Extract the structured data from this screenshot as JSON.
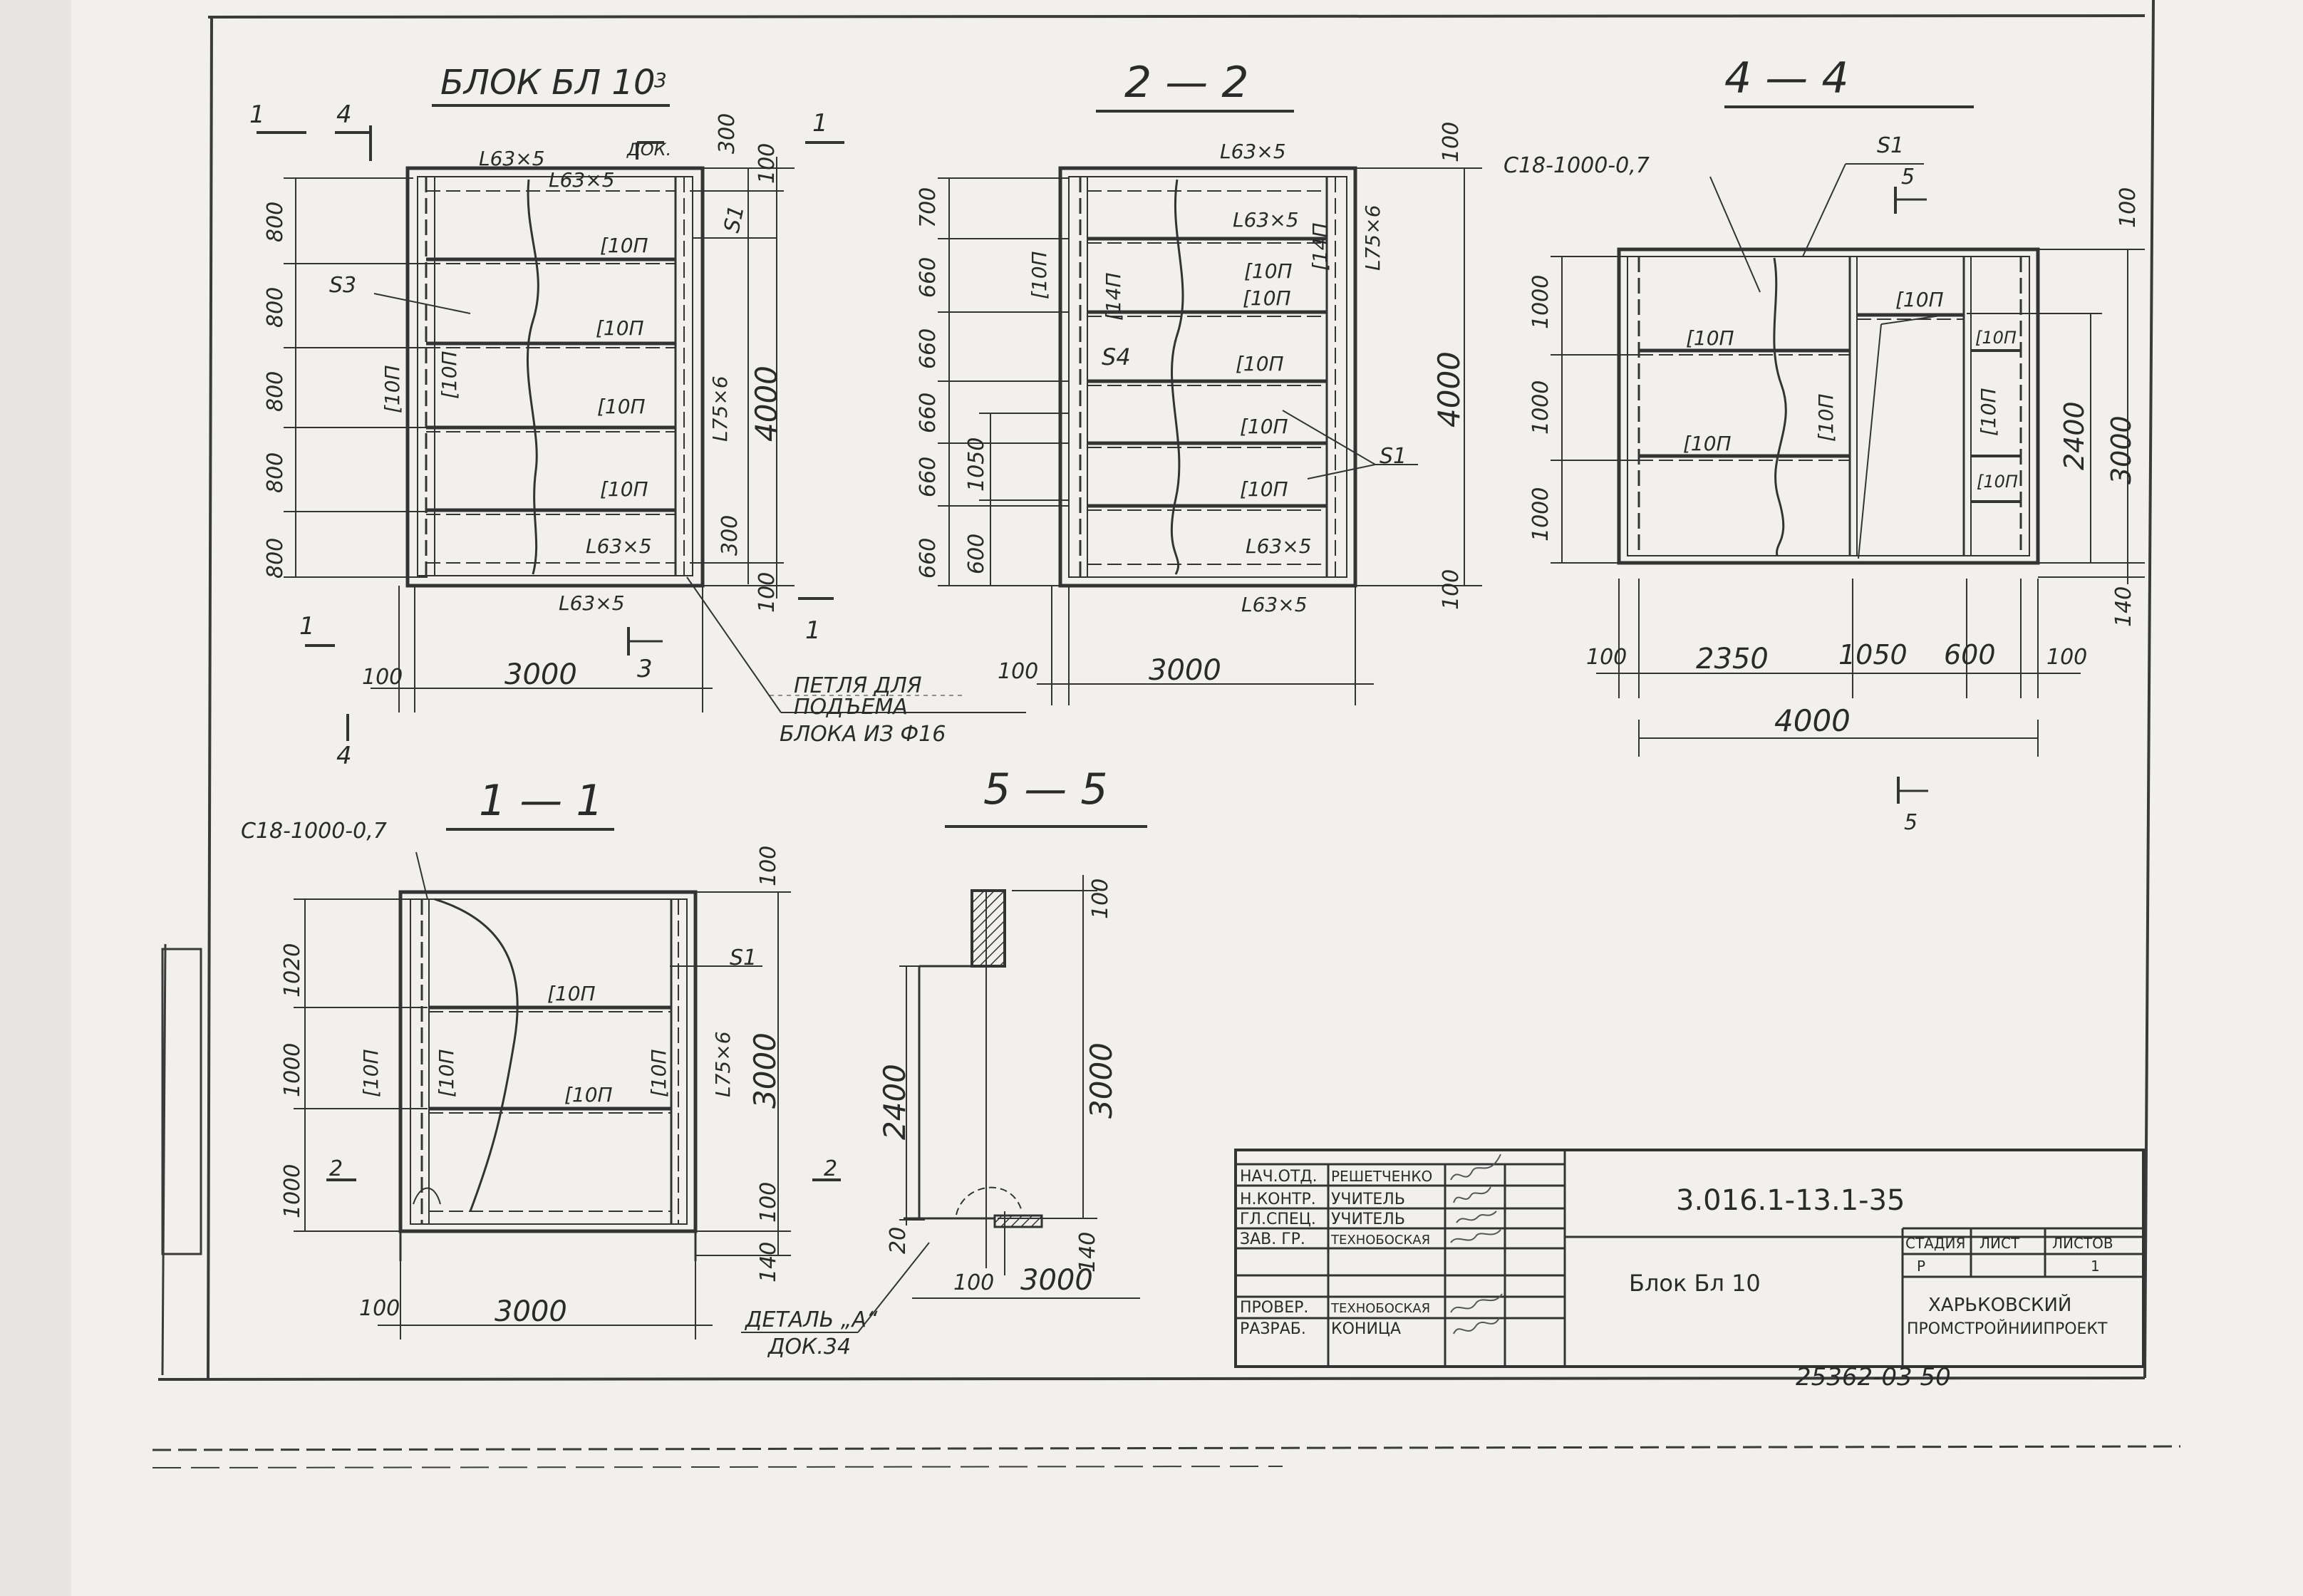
{
  "views": {
    "facade": {
      "title": "БЛОК БЛ 10",
      "marks": {
        "cut1_top": "1",
        "cut1_bot": "1",
        "cut4": "4",
        "cut4_bot": "4",
        "cut1r": "1",
        "cut1r_bot": "1",
        "cut3": "3",
        "cut3_top": "3",
        "dok": "ДОК."
      },
      "labels": {
        "l63_top": "L63×5",
        "l63_in": "L63×5",
        "c10_1": "[10П",
        "s1": "S1",
        "s3": "S3",
        "c10_2": "[10П",
        "c10_3": "[10П",
        "c10_4": "[10П",
        "c10_5": "[10П",
        "c10_6": "[10П",
        "l63_low": "L63×5",
        "l63_bot": "L63×5",
        "l75": "L75×6"
      },
      "dims": {
        "left": [
          "800",
          "800",
          "800",
          "800",
          "800"
        ],
        "height": "4000",
        "top300": "300",
        "top100": "100",
        "bot300": "300",
        "bot100": "100",
        "width": "3000",
        "edge": "100"
      },
      "note": [
        "ПЕТЛЯ ДЛЯ",
        "ПОДЪЕМА",
        "БЛОКА ИЗ Ф16"
      ]
    },
    "section22": {
      "title": "2 — 2",
      "labels": {
        "l63_top": "L63×5",
        "l63_in": "L63×5",
        "c10_side": "[10П",
        "c14_a": "[14П",
        "c14_b": "[14П",
        "l75": "L75×6",
        "s4": "S4",
        "c10_1": "[10П",
        "c10_2": "[10П",
        "c10_3": "[10П",
        "c10_4": "[10П",
        "c10_5": "[10П",
        "s1": "S1",
        "l63_low": "L63×5",
        "l63_bot": "L63×5"
      },
      "dims": {
        "left": [
          "700",
          "660",
          "660",
          "660",
          "660",
          "660"
        ],
        "inner": [
          "1050",
          "600"
        ],
        "height": "4000",
        "top100": "100",
        "bot100": "100",
        "width": "3000",
        "edge": "100"
      }
    },
    "section44": {
      "title": "4 — 4",
      "labels": {
        "c18": "C18-1000-0,7",
        "s1": "S1",
        "cut5": "5",
        "c10_1": "[10П",
        "c10_2": "[10П",
        "c10_3": "[10П",
        "c10_4": "[10П",
        "c10_5": "[10П",
        "c10_6": "[10П",
        "c10_7": "[10П"
      },
      "dims": {
        "left": [
          "1000",
          "1000",
          "1000"
        ],
        "inner": "2400",
        "height": "3000",
        "top100": "100",
        "bot140": "140",
        "bottom": [
          "100",
          "2350",
          "1050",
          "600",
          "100"
        ],
        "total": "4000",
        "cut5_bot": "5"
      }
    },
    "section11": {
      "title": "1 — 1",
      "labels": {
        "c18": "C18-1000-0,7",
        "s1": "S1",
        "c10_1": "[10П",
        "c10_2": "[10П",
        "c10_3": "[10П",
        "c10_4": "[10П",
        "c10_5": "[10П",
        "l75": "L75×6",
        "cut2": "2",
        "cut2r": "2"
      },
      "dims": {
        "left": [
          "1020",
          "1000",
          "1000"
        ],
        "height": "3000",
        "top100": "100",
        "bot100": "100",
        "bot140": "140",
        "width": "3000",
        "edge": "100"
      },
      "note": [
        "ДЕТАЛЬ „А“",
        "ДОК.34"
      ]
    },
    "section55": {
      "title": "5 — 5",
      "dims": {
        "left": "2400",
        "right": "3000",
        "top100": "100",
        "bot140": "140",
        "bot20": "20",
        "edge": "100",
        "width": "3000"
      }
    }
  },
  "title_block": {
    "roles": [
      "НАЧ.ОТД.",
      "Н.КОНТР.",
      "ГЛ.СПЕЦ.",
      "ЗАВ. ГР.",
      "",
      "ПРОВЕР.",
      "РАЗРАБ."
    ],
    "names": [
      "РЕШЕТЧЕНКО",
      "УЧИТЕЛЬ",
      "УЧИТЕЛЬ",
      "ТЕХНОБОСКАЯ",
      "",
      "ТЕХНОБОСКАЯ",
      "КОНИЦА"
    ],
    "code": "3.016.1-13.1-35",
    "name": "Блок Бл 10",
    "stage_headers": [
      "СТАДИЯ",
      "ЛИСТ",
      "ЛИСТОВ"
    ],
    "stage_values": [
      "Р",
      "",
      "1"
    ],
    "org": [
      "ХАРЬКОВСКИЙ",
      "ПРОМСТРОЙНИИПРОЕКТ"
    ],
    "archive": "25362-03  50"
  }
}
